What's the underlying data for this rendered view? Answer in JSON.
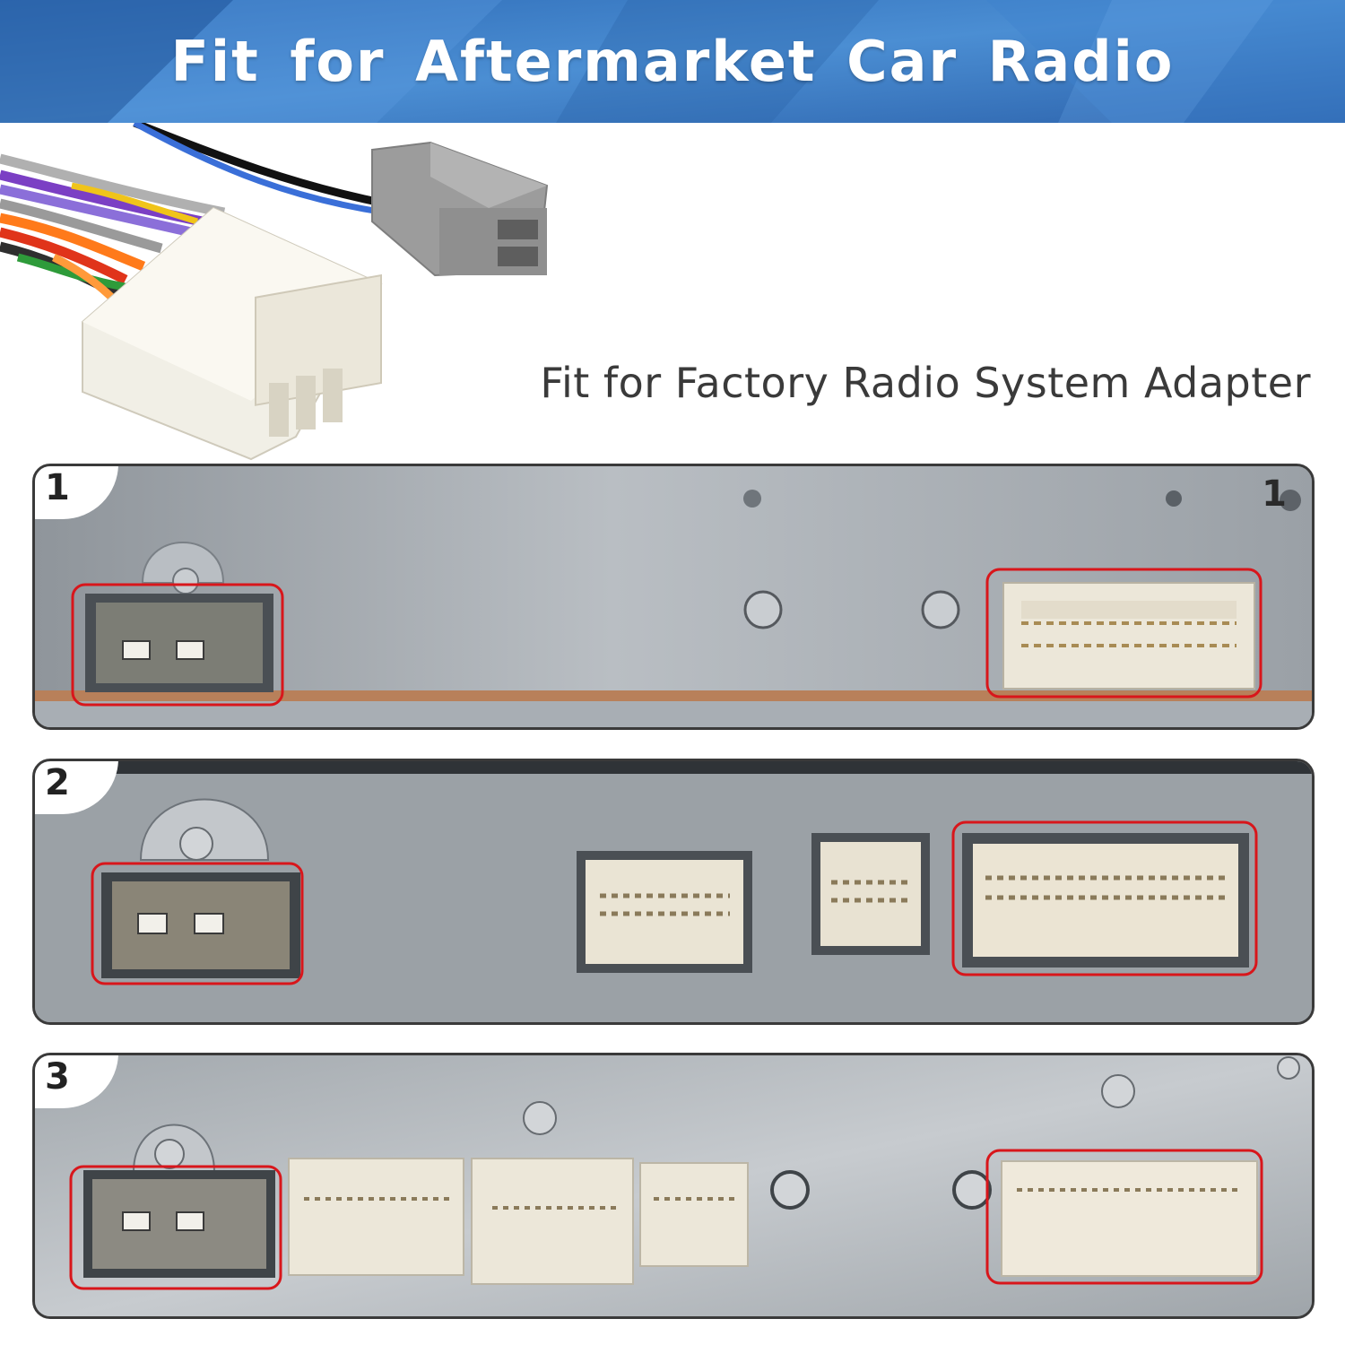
{
  "banner": {
    "title": "Fit for Aftermarket Car Radio",
    "color": "#3a78c0"
  },
  "subtitle": "Fit for Factory Radio System Adapter",
  "highlight_color": "#d8161b",
  "panels": [
    {
      "number": "1"
    },
    {
      "number": "2"
    },
    {
      "number": "3"
    }
  ],
  "panel_corner_mark": "1",
  "wire_colors": [
    "#a9a9a9",
    "#7b3fc4",
    "#8b6fd9",
    "#ff7a1a",
    "#e0341a",
    "#2f2f2f",
    "#2e9b3a",
    "#f0c419",
    "#3a6fd8",
    "#111111"
  ]
}
